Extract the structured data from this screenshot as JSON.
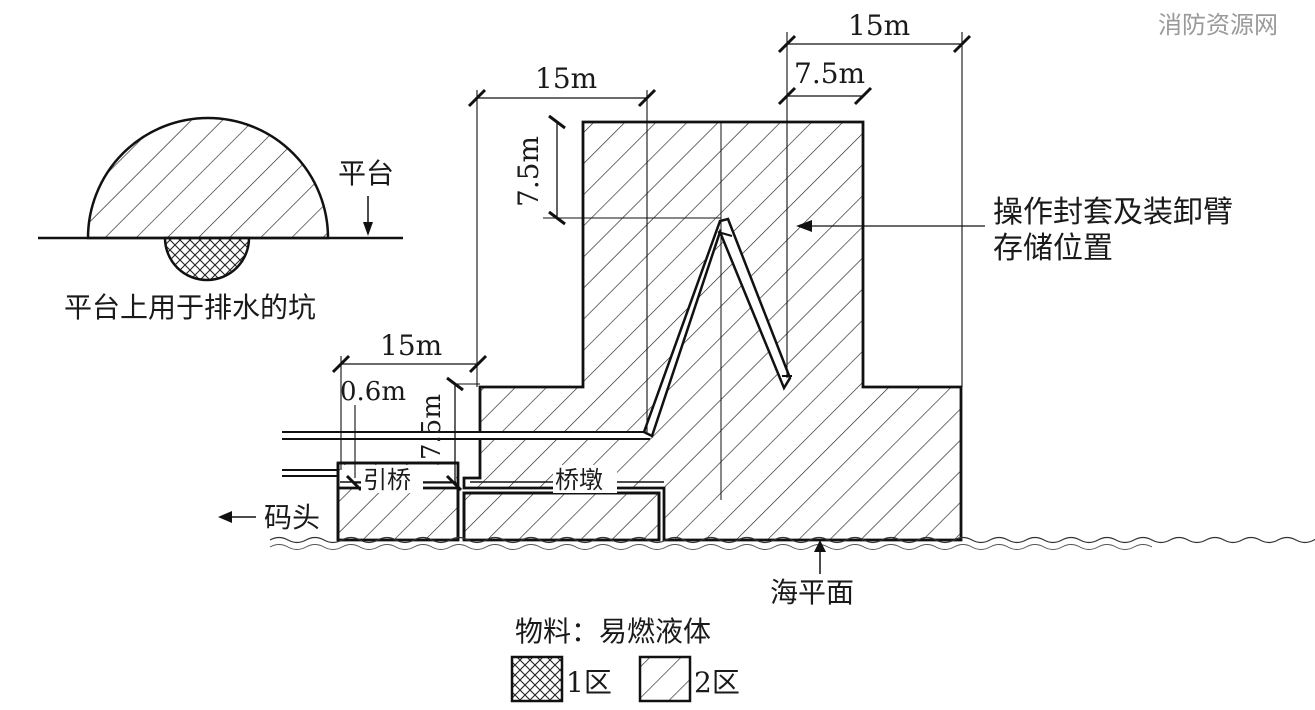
{
  "watermark": "消防资源网",
  "left_figure": {
    "platform_label": "平台",
    "caption": "平台上用于排水的坑"
  },
  "dimensions": {
    "top_right_overall": "15m",
    "top_right_half": "7.5m",
    "top_middle": "15m",
    "vertical_upper": "7.5m",
    "left_horizontal": "15m",
    "left_small": "0.6m",
    "vertical_lower": "7.5m"
  },
  "labels": {
    "storage_position_line1": "操作封套及装卸臂",
    "storage_position_line2": "存储位置",
    "approach_bridge": "引桥",
    "bridge_pier": "桥墩",
    "wharf": "码头",
    "sea_level": "海平面"
  },
  "legend": {
    "material": "物料：易燃液体",
    "zone1": "1区",
    "zone2": "2区"
  }
}
